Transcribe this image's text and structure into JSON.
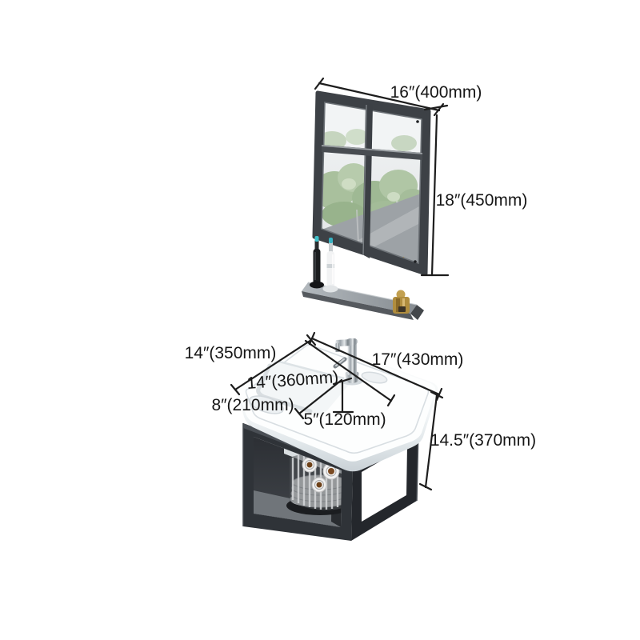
{
  "scene": {
    "description": "Wall-mounted bathroom vanity set dimension diagram",
    "background_color": "#ffffff"
  },
  "labels": {
    "mirror_width": "16″(400mm)",
    "mirror_height": "18″(450mm)",
    "counter_depth": "14″(350mm)",
    "counter_width": "17″(430mm)",
    "basin_width": "14″(360mm)",
    "basin_depth": "8″(210mm)",
    "basin_height": "5″(120mm)",
    "cabinet_height": "14.5″(370mm)"
  },
  "objects": {
    "mirror": "window-pane wall mirror with tree reflection",
    "shelf": "gray wall shelf",
    "shelf_items": [
      "black electric toothbrush",
      "white electric toothbrush",
      "gold perfume bottle"
    ],
    "sink": "white ceramic vessel sink",
    "faucet": "chrome single-handle faucet",
    "cabinet": "dark metal open-frame wall cabinet",
    "cabinet_contents": "wire basket with stacked plates and rolled towels"
  },
  "colors": {
    "dimension_ink": "#1d1d1d",
    "frame_dark": "#2f3338",
    "ceramic_white": "#ffffff",
    "shelf_gray": "#9aa0a5",
    "tree_green": "#a9c09d",
    "chrome": "#c3c9cd",
    "gold": "#bf9a4a"
  }
}
